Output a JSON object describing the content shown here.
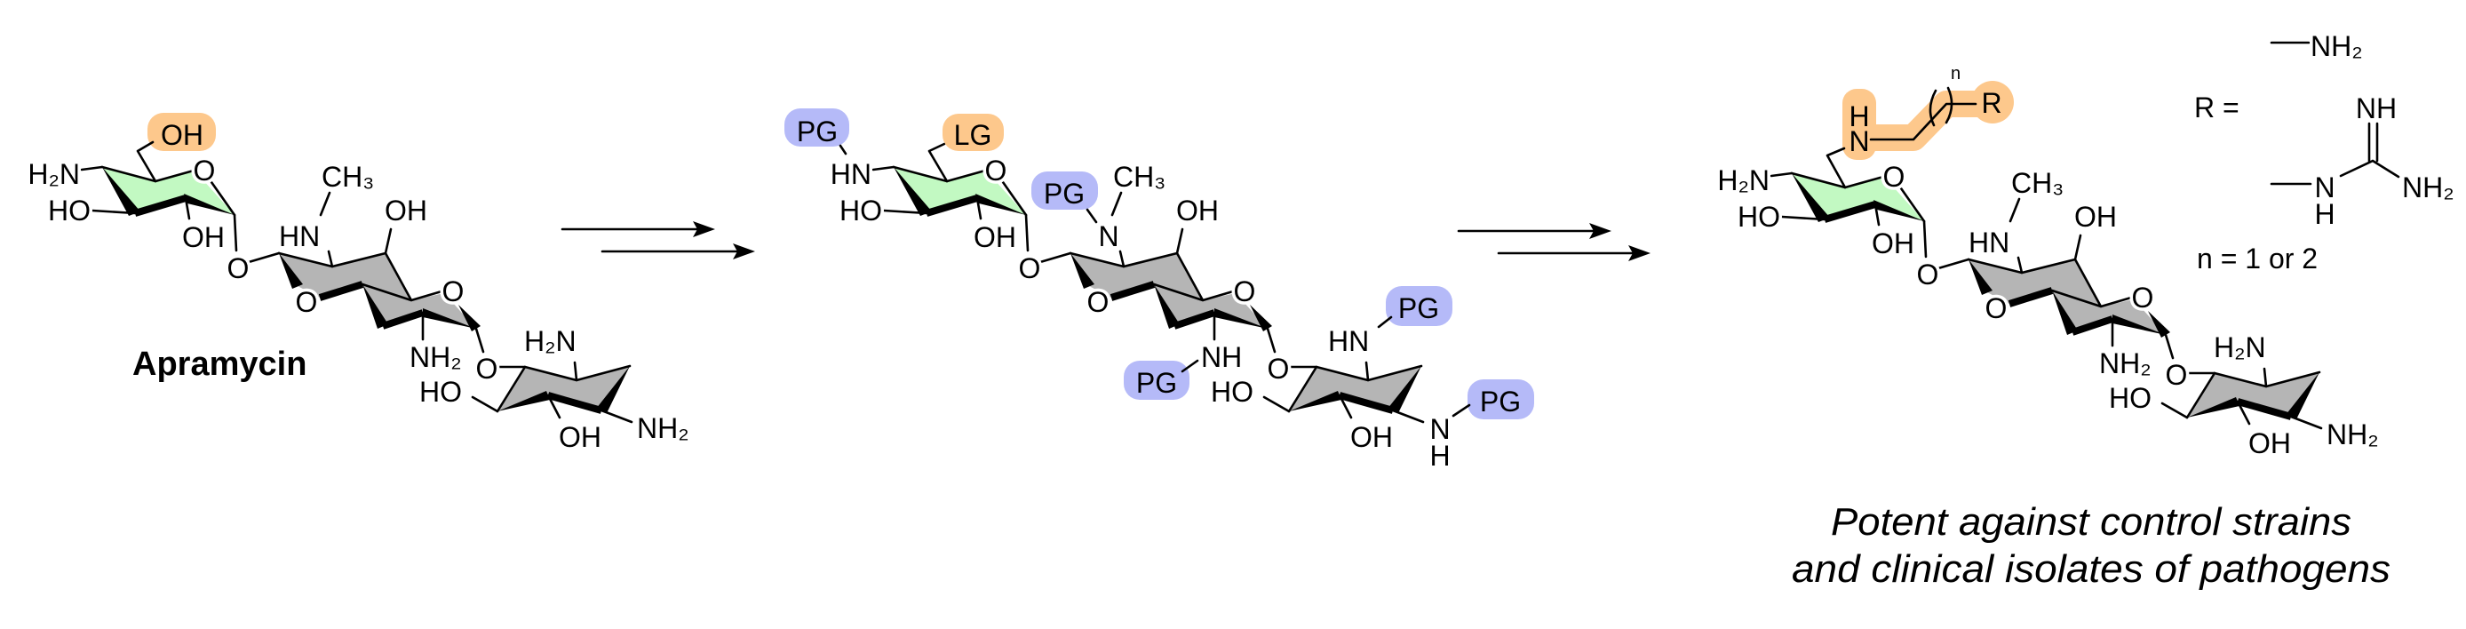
{
  "colors": {
    "ring_a_fill": "#c2f9c2",
    "ring_bc_fill": "#b5b5b5",
    "highlight_orange": "#fdc88c",
    "protecting_group_blue": "#b5baf8"
  },
  "apramycin": {
    "name": "Apramycin",
    "c4_amine": "H₂N",
    "c6_oh": "OH",
    "c3_oh": "HO",
    "c2_oh": "OH",
    "ring_o_a": "O",
    "glyc_o1": "O",
    "nme_n": "HN",
    "methyl": "CH₃",
    "ring_b_oh": "OH",
    "ring_o_b1": "O",
    "ring_o_b2": "O",
    "ring_b_amine": "NH₂",
    "glyc_o2": "O",
    "ring_c_amine_top": "H₂N",
    "ring_c_ho": "HO",
    "ring_c_oh": "OH",
    "ring_c_amine": "NH₂"
  },
  "intermediate": {
    "c4_pg": "PG",
    "c4_n": "HN",
    "leaving_group": "LG",
    "c3_oh": "HO",
    "c2_oh": "OH",
    "ring_o_a": "O",
    "glyc_o1": "O",
    "nme_pg": "PG",
    "nme_n": "N",
    "methyl": "CH₃",
    "ring_b_oh": "OH",
    "ring_o_b1": "O",
    "ring_o_b2": "O",
    "ring_b_n": "NH",
    "ring_b_pg": "PG",
    "glyc_o2": "O",
    "ring_c_n_top": "HN",
    "ring_c_pg_top": "PG",
    "ring_c_ho": "HO",
    "ring_c_oh": "OH",
    "ring_c_n": "N",
    "ring_c_n_h": "H",
    "ring_c_pg": "PG"
  },
  "product": {
    "c4_amine": "H₂N",
    "side_chain_h": "H",
    "side_chain_n": "N",
    "repeat_n": "n",
    "r_label": "R",
    "c3_oh": "HO",
    "c2_oh": "OH",
    "ring_o_a": "O",
    "glyc_o1": "O",
    "nme_n": "HN",
    "methyl": "CH₃",
    "ring_b_oh": "OH",
    "ring_o_b1": "O",
    "ring_o_b2": "O",
    "ring_b_amine": "NH₂",
    "glyc_o2": "O",
    "ring_c_amine_top": "H₂N",
    "ring_c_ho": "HO",
    "ring_c_oh": "OH",
    "ring_c_amine": "NH₂"
  },
  "r_definition": {
    "label": "R =",
    "option_amine": "NH₂",
    "guanidine_imine": "NH",
    "guanidine_n": "N",
    "guanidine_h": "H",
    "guanidine_amine": "NH₂",
    "n_note": "n = 1 or 2"
  },
  "caption": {
    "line1": "Potent against control strains",
    "line2": "and clinical isolates of pathogens"
  }
}
